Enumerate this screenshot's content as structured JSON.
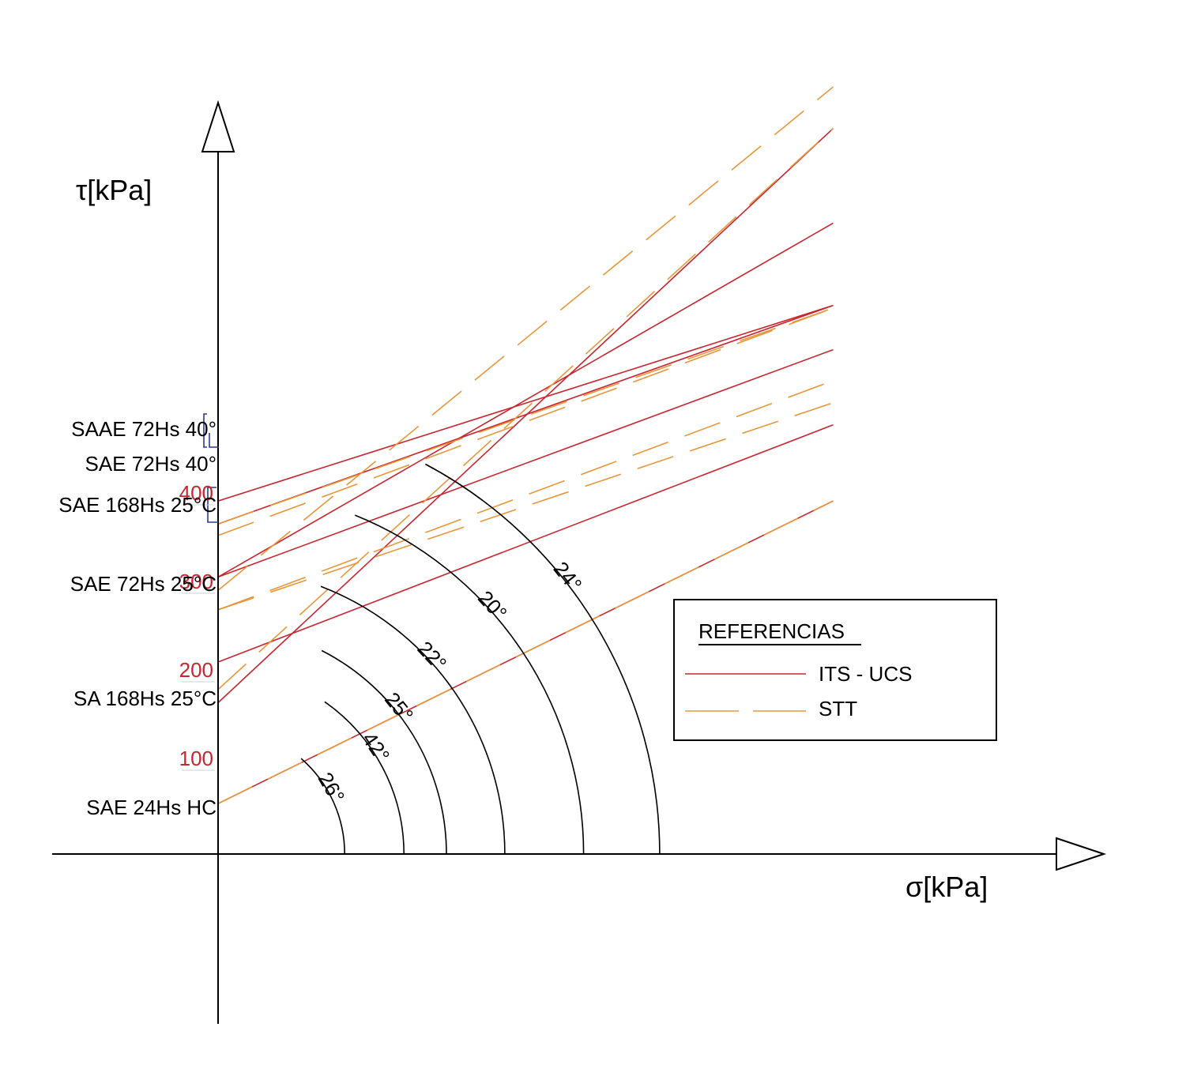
{
  "chart_data": {
    "type": "line",
    "title": "",
    "xlabel": "σ[kPa]",
    "ylabel": "τ[kPa]",
    "grid": false,
    "y_ticks": [
      {
        "value": 100,
        "label": "100"
      },
      {
        "value": 200,
        "label": "200"
      },
      {
        "value": 300,
        "label": "300"
      },
      {
        "value": 400,
        "label": "400"
      }
    ],
    "row_labels": [
      {
        "label": "SAAE 72Hs 40°",
        "y": 383
      },
      {
        "label": "SAE 72Hs 40°",
        "y": 344
      },
      {
        "label": "SAE 168Hs 25°C",
        "y": 298
      },
      {
        "label": "SAE 72Hs 25°C",
        "y": 306
      },
      {
        "label": "SA 168Hs 25°C",
        "y": 176
      },
      {
        "label": "SAE 24Hs HC",
        "y": 57
      }
    ],
    "series_styles": {
      "ITS - UCS": {
        "color": "#c8252f",
        "dash": ""
      },
      "STT": {
        "color": "#e8963a",
        "dash": "48 22"
      }
    },
    "series": [
      {
        "group": "ITS - UCS",
        "values": [
          [
            0,
            399
          ],
          [
            695,
            620
          ]
        ]
      },
      {
        "group": "ITS - UCS",
        "values": [
          [
            0,
            373
          ],
          [
            695,
            620
          ]
        ]
      },
      {
        "group": "ITS - UCS",
        "values": [
          [
            0,
            313
          ],
          [
            695,
            570
          ]
        ]
      },
      {
        "group": "ITS - UCS",
        "values": [
          [
            0,
            313
          ],
          [
            695,
            713
          ]
        ]
      },
      {
        "group": "ITS - UCS",
        "values": [
          [
            0,
            217
          ],
          [
            695,
            485
          ]
        ]
      },
      {
        "group": "ITS - UCS",
        "values": [
          [
            0,
            171
          ],
          [
            695,
            820
          ]
        ]
      },
      {
        "group": "ITS - UCS",
        "values": [
          [
            0,
            57
          ],
          [
            695,
            399
          ]
        ]
      },
      {
        "group": "STT",
        "values": [
          [
            0,
            360
          ],
          [
            695,
            617
          ]
        ]
      },
      {
        "group": "STT",
        "values": [
          [
            0,
            373
          ],
          [
            695,
            617
          ]
        ]
      },
      {
        "group": "STT",
        "values": [
          [
            0,
            276
          ],
          [
            695,
            535
          ]
        ]
      },
      {
        "group": "STT",
        "values": [
          [
            0,
            276
          ],
          [
            695,
            510
          ]
        ]
      },
      {
        "group": "STT",
        "values": [
          [
            0,
            298
          ],
          [
            695,
            867
          ]
        ]
      },
      {
        "group": "STT",
        "values": [
          [
            0,
            186
          ],
          [
            695,
            820
          ]
        ]
      },
      {
        "group": "STT",
        "values": [
          [
            0,
            57
          ],
          [
            695,
            399
          ]
        ]
      }
    ],
    "arcs": [
      {
        "label": "26°",
        "radius": 143,
        "end_angle_deg": 49
      },
      {
        "label": "42°",
        "radius": 210,
        "end_angle_deg": 55
      },
      {
        "label": "25°",
        "radius": 258,
        "end_angle_deg": 63
      },
      {
        "label": "22°",
        "radius": 324,
        "end_angle_deg": 69
      },
      {
        "label": "20°",
        "radius": 413,
        "end_angle_deg": 68
      },
      {
        "label": "24°",
        "radius": 499,
        "end_angle_deg": 62
      }
    ],
    "x_range": [
      -187,
      1000
    ],
    "y_range": [
      -190,
      840
    ],
    "legend": {
      "title": "REFERENCIAS",
      "position": "right",
      "entries": [
        "ITS - UCS",
        "STT"
      ]
    }
  }
}
